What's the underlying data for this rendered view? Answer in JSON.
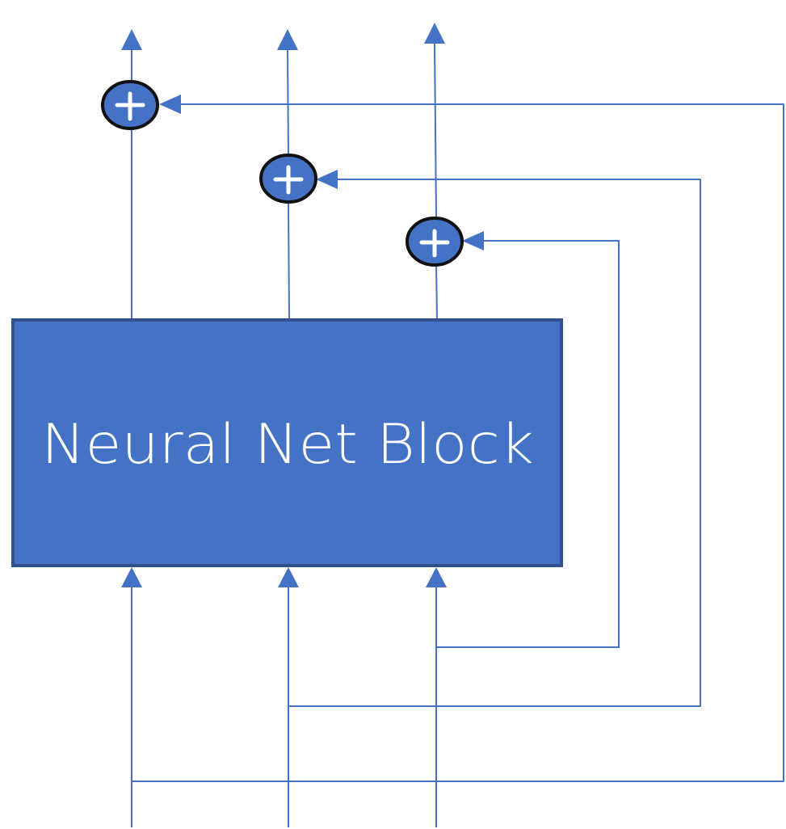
{
  "diagram": {
    "type": "residual-connections",
    "block": {
      "label": "Neural Net Block",
      "fill_color": "#4472C4",
      "border_color": "#2F528F"
    },
    "line_color": "#4472C4",
    "sum_node": {
      "symbol": "+",
      "icon": "plus-icon",
      "fill_color": "#4472C4",
      "outline_color": "#111111"
    },
    "channels": [
      {
        "id": "channel-1",
        "input": "input 1",
        "skip_connection": true,
        "sum_node": "sum 1",
        "output": "output 1"
      },
      {
        "id": "channel-2",
        "input": "input 2",
        "skip_connection": true,
        "sum_node": "sum 2",
        "output": "output 2"
      },
      {
        "id": "channel-3",
        "input": "input 3",
        "skip_connection": true,
        "sum_node": "sum 3",
        "output": "output 3"
      }
    ],
    "edges": [
      {
        "from": "input 1",
        "to": "Neural Net Block"
      },
      {
        "from": "input 2",
        "to": "Neural Net Block"
      },
      {
        "from": "input 3",
        "to": "Neural Net Block"
      },
      {
        "from": "Neural Net Block",
        "to": "sum 1"
      },
      {
        "from": "Neural Net Block",
        "to": "sum 2"
      },
      {
        "from": "Neural Net Block",
        "to": "sum 3"
      },
      {
        "from": "input 1",
        "to": "sum 1",
        "kind": "skip"
      },
      {
        "from": "input 2",
        "to": "sum 2",
        "kind": "skip"
      },
      {
        "from": "input 3",
        "to": "sum 3",
        "kind": "skip"
      },
      {
        "from": "sum 1",
        "to": "output 1"
      },
      {
        "from": "sum 2",
        "to": "output 2"
      },
      {
        "from": "sum 3",
        "to": "output 3"
      }
    ]
  }
}
